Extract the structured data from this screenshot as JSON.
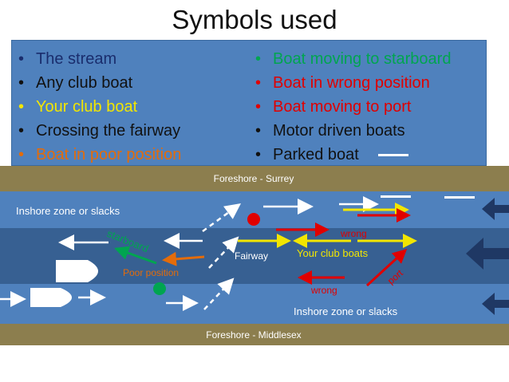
{
  "title": "Symbols used",
  "legend": {
    "col1": [
      {
        "label": "The stream"
      },
      {
        "label": "Any club boat"
      },
      {
        "label": "Your club boat"
      },
      {
        "label": "Crossing the fairway"
      },
      {
        "label": "Boat in poor position"
      }
    ],
    "col2": [
      {
        "label": "Boat moving to starboard"
      },
      {
        "label": "Boat in wrong position"
      },
      {
        "label": "Boat moving to port"
      },
      {
        "label": "Motor driven boats"
      },
      {
        "label": "Parked boat"
      }
    ]
  },
  "river": {
    "foreshore_top": "Foreshore - Surrey",
    "foreshore_bottom": "Foreshore  - Middlesex",
    "inshore_top": "Inshore zone or slacks",
    "inshore_bottom": "Inshore zone or slacks",
    "fairway": "Fairway",
    "your_club_boats": "Your club boats",
    "wrong_top": "wrong",
    "wrong_bottom": "wrong",
    "port": "port",
    "starboard": "starboard",
    "poor_position": "Poor position"
  },
  "colors": {
    "foreshore": "#8c7e4e",
    "inshore": "#4f81bd",
    "fairway": "#376092",
    "yellow": "#f2e600",
    "red": "#e00000",
    "green": "#00a550",
    "orange": "#e46c0a",
    "stream": "#1f3864"
  }
}
